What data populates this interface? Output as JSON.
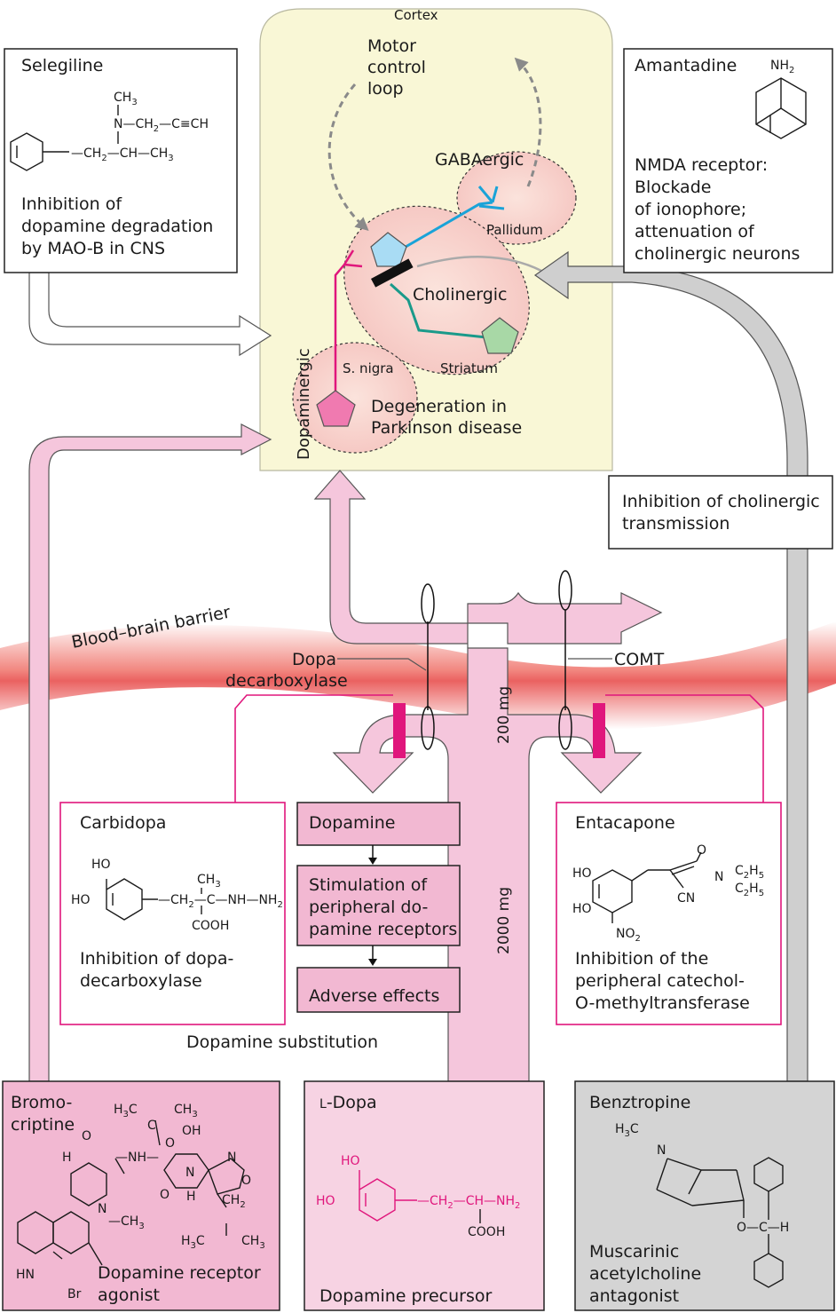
{
  "colors": {
    "pink_arrow": "#f5c6dc",
    "pink_box": "#f2b8d2",
    "pink_box_light": "#f7d3e3",
    "magenta": "#e0167c",
    "gray_arrow": "#cfcfcf",
    "gray_box": "#d4d4d4",
    "cortex_fill": "#f9f7d6",
    "gaba_blue": "#1aa3d8",
    "cholinergic_teal": "#1a9a8a",
    "barrier_red": "#e8504f"
  },
  "cortex": {
    "title": "Cortex",
    "motor_loop": [
      "Motor",
      "control",
      "loop"
    ],
    "gabaergic": "GABAergic",
    "pallidum": "Pallidum",
    "cholinergic": "Cholinergic",
    "striatum": "Striatum",
    "s_nigra": "S. nigra",
    "dopaminergic": "Dopaminergic",
    "degeneration": [
      "Degeneration in",
      "Parkinson disease"
    ]
  },
  "selegiline": {
    "title": "Selegiline",
    "structure": {
      "ch3": "CH",
      "ch3_sub": "3",
      "n_line": "N—CH",
      "n_line_sub": "2",
      "n_line_end": "—C≡CH",
      "bottom": "—CH",
      "bottom_sub": "2",
      "bottom2": "—CH—CH",
      "bottom2_sub": "3"
    },
    "description": [
      "Inhibition of",
      "dopamine degradation",
      "by MAO-B in CNS"
    ]
  },
  "amantadine": {
    "title": "Amantadine",
    "nh2": "NH",
    "nh2_sub": "2",
    "description": [
      "NMDA receptor:",
      "Blockade",
      "of ionophore;",
      "attenuation of",
      "cholinergic neurons"
    ]
  },
  "inhibition_cholinergic": [
    "Inhibition of cholinergic",
    "transmission"
  ],
  "barrier": {
    "label": "Blood–brain barrier",
    "dopa_decarboxylase": [
      "Dopa",
      "decarboxylase"
    ],
    "comt": "COMT",
    "dose_200": "200 mg",
    "dose_2000": "2000 mg"
  },
  "carbidopa": {
    "title": "Carbidopa",
    "structure": {
      "ho1": "HO",
      "ho2": "HO",
      "ch3": "CH",
      "ch3_sub": "3",
      "chain": "—CH",
      "chain_sub": "2",
      "chain2": "—C—NH—NH",
      "chain2_sub": "2",
      "cooh": "COOH"
    },
    "description": [
      "Inhibition of dopa-",
      "decarboxylase"
    ]
  },
  "center_chain": {
    "dopamine": "Dopamine",
    "stimulation": [
      "Stimulation of",
      "peripheral do-",
      "pamine receptors"
    ],
    "adverse": "Adverse effects",
    "caption": "Dopamine substitution"
  },
  "entacapone": {
    "title": "Entacapone",
    "structure": {
      "ho1": "HO",
      "ho2": "HO",
      "no2": "NO",
      "no2_sub": "2",
      "cn": "CN",
      "o": "O",
      "n": "N",
      "c2h5a": "C",
      "c2h5a_sub": "2",
      "c2h5a_end": "H",
      "c2h5a_sub2": "5",
      "c2h5b": "C",
      "c2h5b_sub": "2",
      "c2h5b_end": "H",
      "c2h5b_sub2": "5"
    },
    "description": [
      "Inhibition of the",
      "peripheral catechol-",
      "O-methyltransferase"
    ]
  },
  "bromocriptine": {
    "title": [
      "Bromo-",
      "criptine"
    ],
    "description": [
      "Dopamine receptor",
      "agonist"
    ],
    "structure": {
      "h3c_top": "H",
      "h3c_top_sub": "3",
      "h3c_top_end": "C",
      "ch3_top": "CH",
      "ch3_top_sub": "3",
      "oh": "OH",
      "o1": "O",
      "o2": "O",
      "o3": "O",
      "o4": "O",
      "h1": "H",
      "h2": "H",
      "nh": "—NH—",
      "c": "C",
      "n1": "N",
      "n2": "N",
      "n3": "N",
      "nch3": "—CH",
      "nch3_sub": "3",
      "ch2": "CH",
      "ch2_sub": "2",
      "h3c_bot": "H",
      "h3c_bot_sub": "3",
      "h3c_bot_end": "C",
      "ch3_bot": "CH",
      "ch3_bot_sub": "3",
      "hn": "HN",
      "br": "Br"
    }
  },
  "ldopa": {
    "title_small": "L",
    "title_rest": "-Dopa",
    "description": "Dopamine precursor",
    "structure": {
      "ho1": "HO",
      "ho2": "HO",
      "chain": "—CH",
      "chain_sub": "2",
      "chain2": "—CH—NH",
      "chain2_sub": "2",
      "cooh": "COOH"
    }
  },
  "benztropine": {
    "title": "Benztropine",
    "description": [
      "Muscarinic",
      "acetylcholine",
      "antagonist"
    ],
    "structure": {
      "h3c": "H",
      "h3c_sub": "3",
      "h3c_end": "C",
      "n": "N",
      "o_ch_h": "O—C—H"
    }
  }
}
